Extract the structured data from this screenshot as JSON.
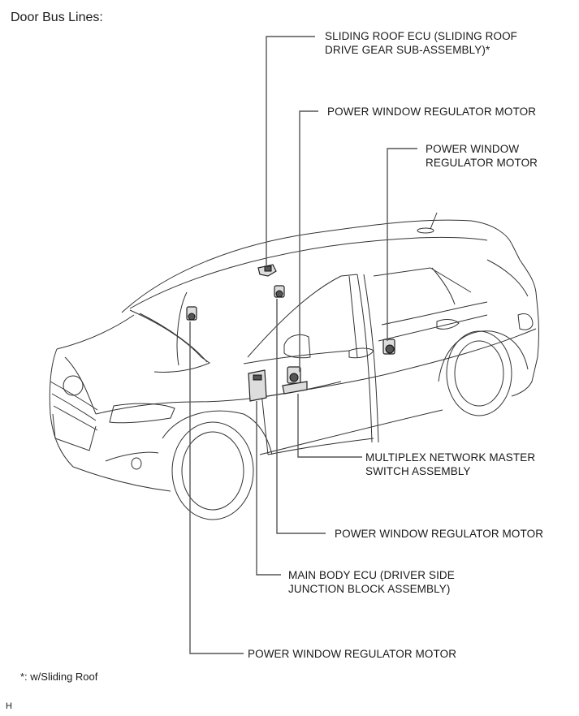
{
  "title": "Door Bus Lines:",
  "labels": {
    "sliding_roof_ecu": [
      "SLIDING ROOF ECU (SLIDING ROOF",
      "DRIVE GEAR SUB-ASSEMBLY)*"
    ],
    "pw_motor_front_right": [
      "POWER WINDOW REGULATOR MOTOR"
    ],
    "pw_motor_rear_right": [
      "POWER WINDOW",
      "REGULATOR MOTOR"
    ],
    "multiplex_switch": [
      "MULTIPLEX NETWORK MASTER",
      "SWITCH ASSEMBLY"
    ],
    "pw_motor_front_left": [
      "POWER WINDOW REGULATOR MOTOR"
    ],
    "main_body_ecu": [
      "MAIN BODY ECU (DRIVER SIDE",
      "JUNCTION BLOCK ASSEMBLY)"
    ],
    "pw_motor_rear_left": [
      "POWER WINDOW REGULATOR MOTOR"
    ]
  },
  "footnote": "*: w/Sliding Roof",
  "figure_code": "H"
}
